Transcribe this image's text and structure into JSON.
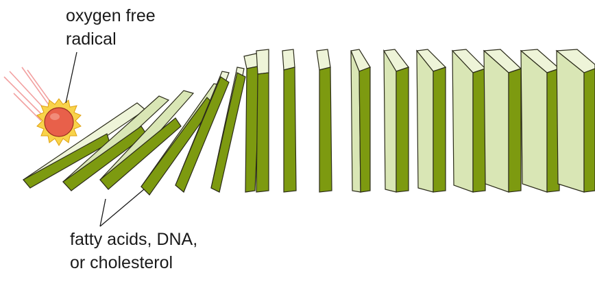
{
  "labels": {
    "radical_line1": "oxygen free",
    "radical_line2": "radical",
    "targets_line1": "fatty acids, DNA,",
    "targets_line2": "or cholesterol"
  },
  "colors": {
    "domino_front": "#7d9a10",
    "domino_side": "#d9e6b5",
    "domino_top": "#eef4d8",
    "outline": "#2b2b1a",
    "radical_core": "#e8604a",
    "radical_glow": "#f8d34a",
    "ray": "#f2a0a0"
  },
  "icons": {
    "radical": "sun-burst-icon",
    "dominoes": "domino-chain"
  }
}
